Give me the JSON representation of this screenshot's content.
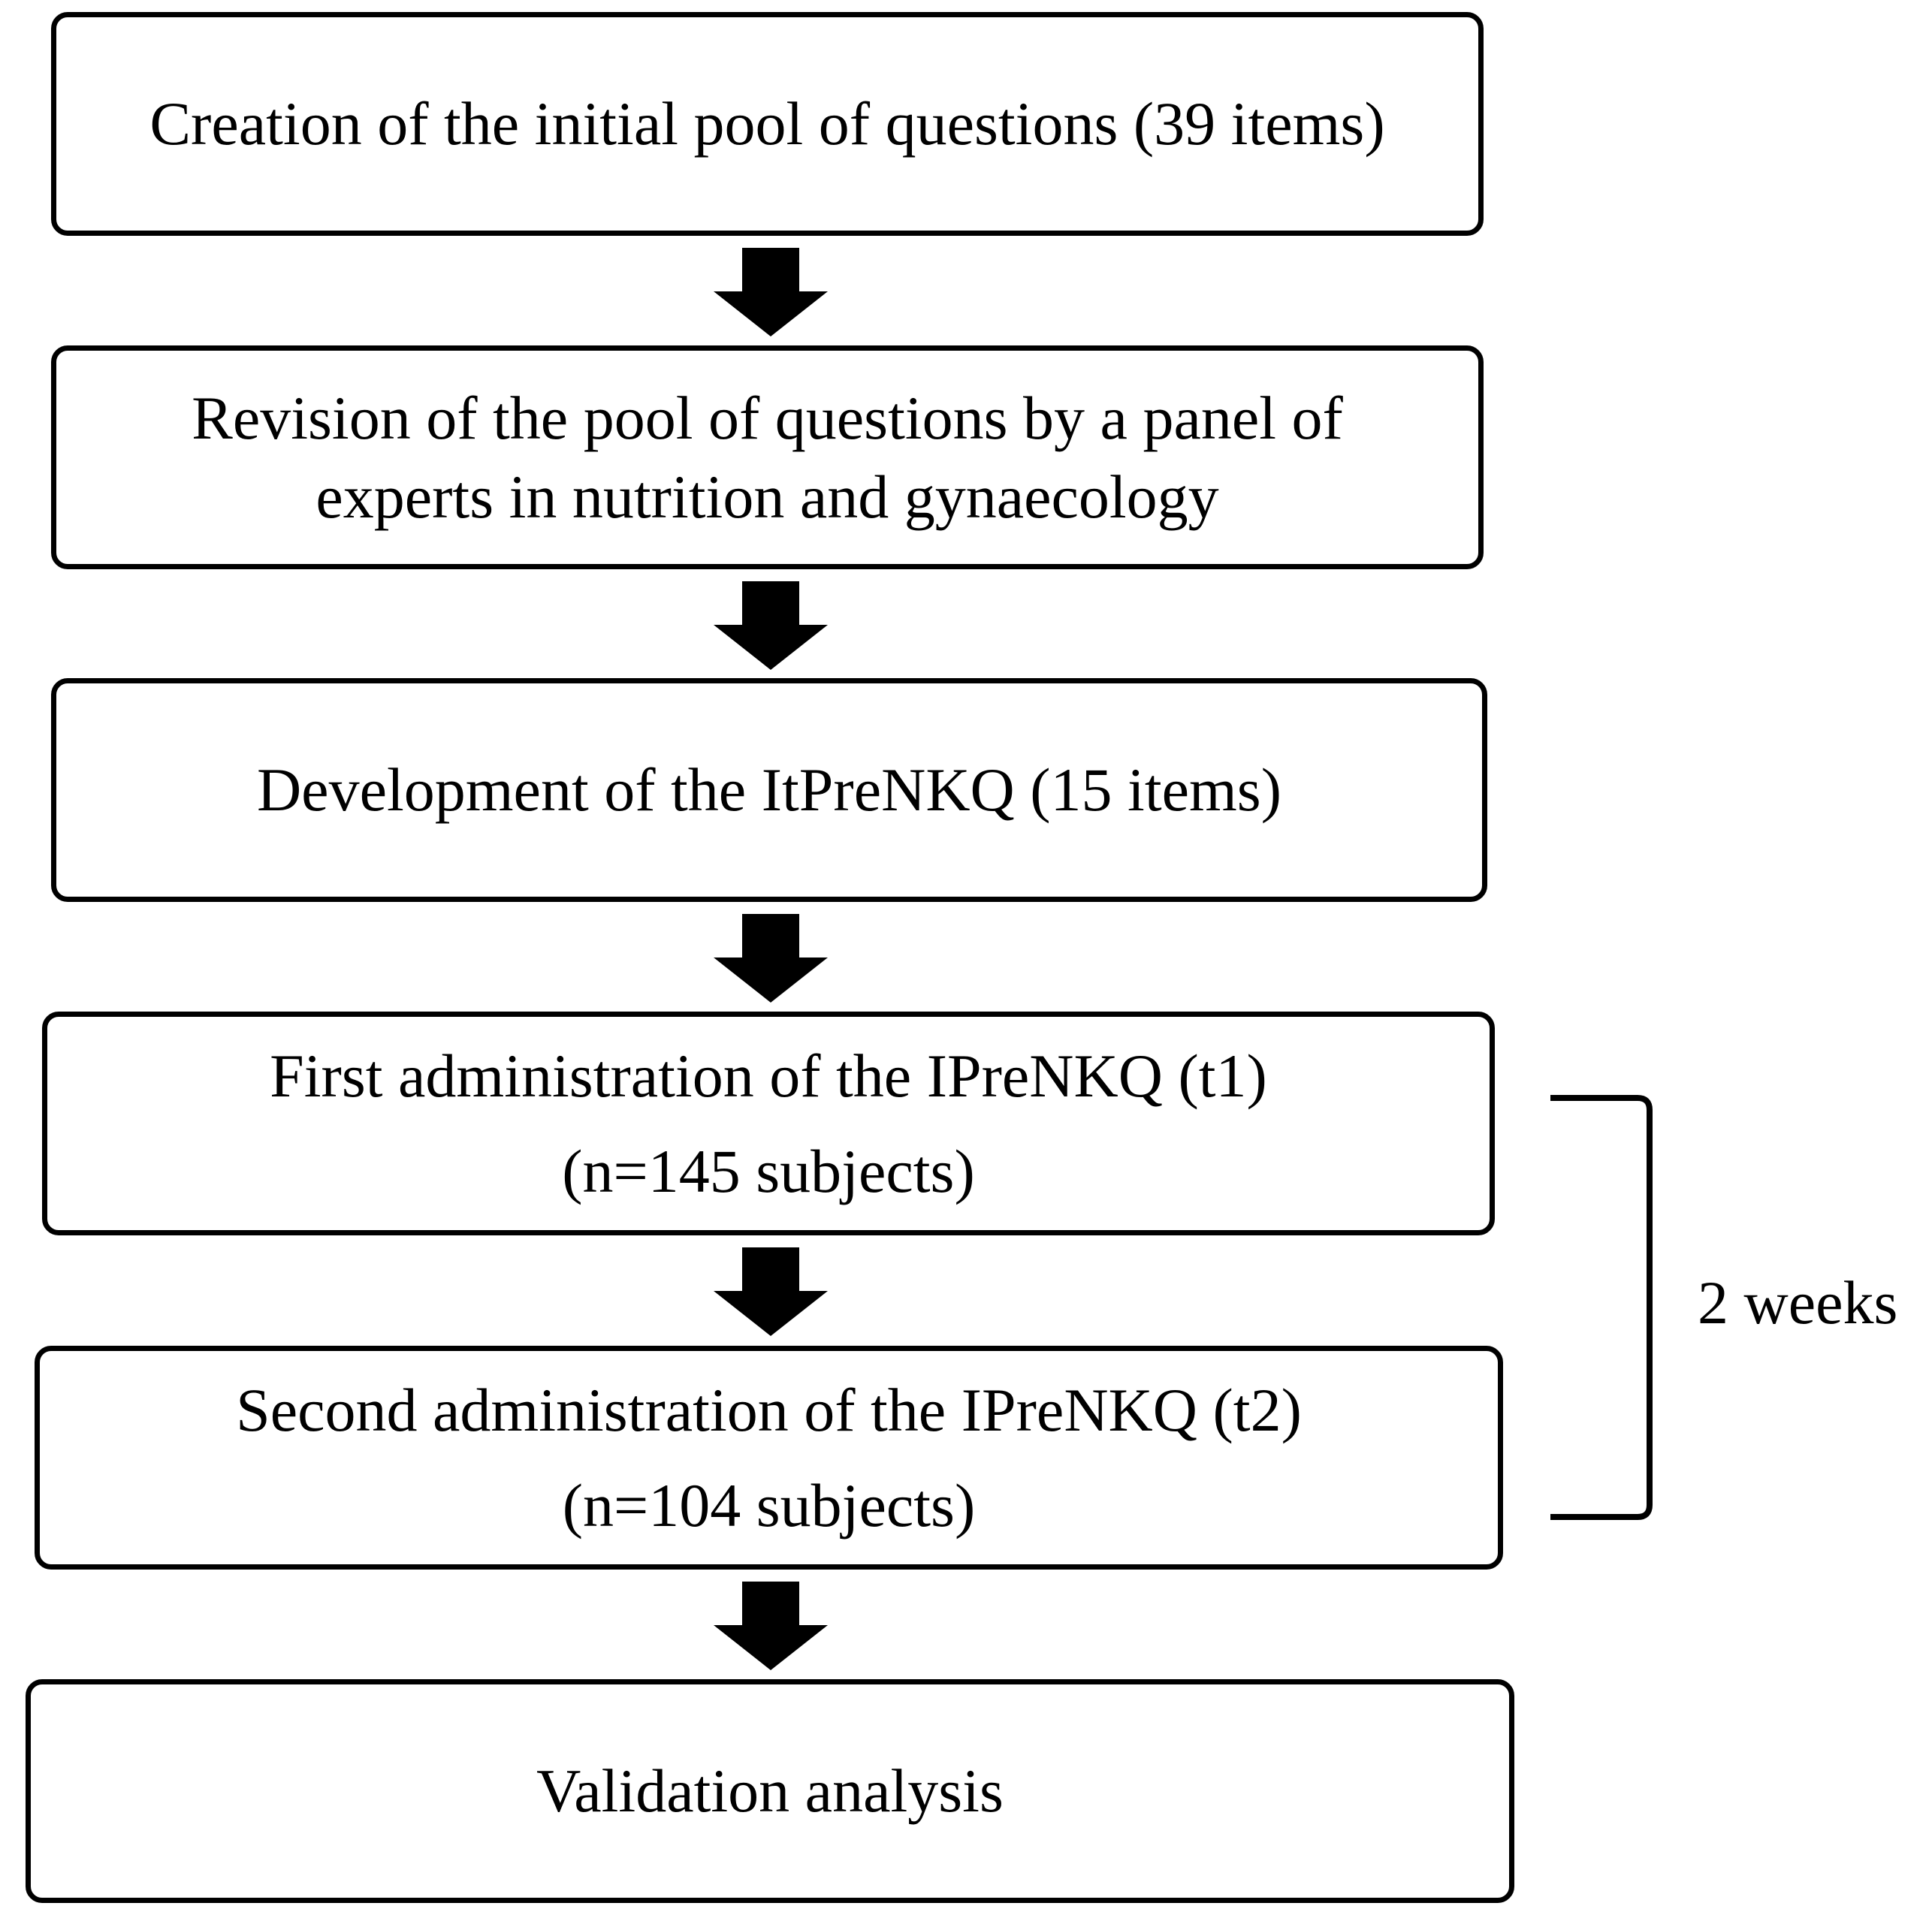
{
  "flowchart": {
    "steps": [
      {
        "lines": [
          "Creation of the initial pool of questions (39 items)"
        ]
      },
      {
        "lines": [
          "Revision of the pool of questions by a panel of",
          "experts in nutrition and gynaecology"
        ]
      },
      {
        "lines": [
          "Development of the ItPreNKQ (15 items)"
        ]
      },
      {
        "lines": [
          "First administration of the IPreNKQ (t1)",
          "(n=145 subjects)"
        ]
      },
      {
        "lines": [
          "Second administration of the IPreNKQ (t2)",
          "(n=104 subjects)"
        ]
      },
      {
        "lines": [
          "Validation analysis"
        ]
      }
    ],
    "interval_label": "2 weeks"
  }
}
